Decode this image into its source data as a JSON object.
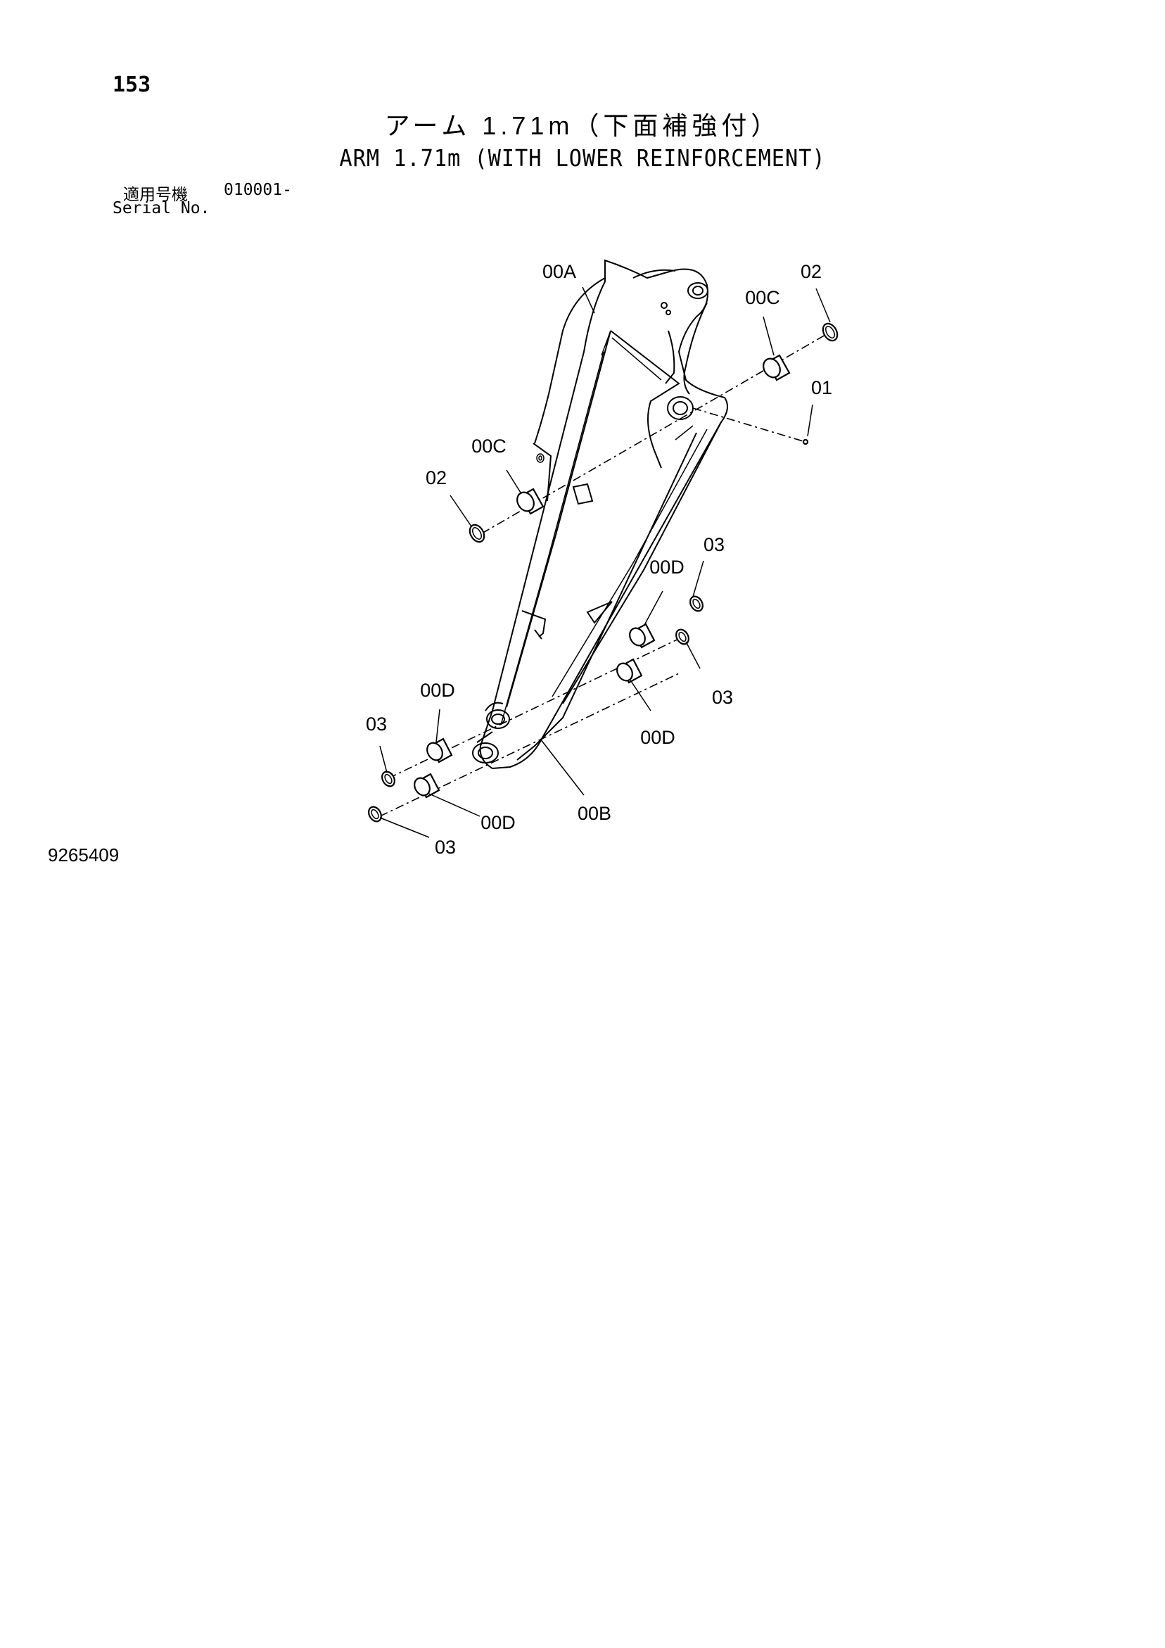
{
  "header": {
    "page_number": "153",
    "title_jp": "アーム 1.71m（下面補強付）",
    "title_en": "ARM 1.71m (WITH LOWER REINFORCEMENT)",
    "serial_label_jp": "適用号機",
    "serial_value": "010001-",
    "serial_label_en": "Serial No."
  },
  "diagram": {
    "callouts": {
      "arm_upper": "00A",
      "arm_lower": "00B",
      "bushing_top_right": "00C",
      "bushing_top_left": "00C",
      "ring_top_right": "02",
      "ring_top_left": "02",
      "grease_fitting": "01",
      "bushing_r1": "00D",
      "ring_r1": "03",
      "bushing_r2": "00D",
      "ring_r2": "03",
      "bushing_l1": "00D",
      "ring_l1": "03",
      "bushing_l2": "00D",
      "ring_l2": "03"
    }
  },
  "footer": {
    "drawing_number": "9265409"
  }
}
